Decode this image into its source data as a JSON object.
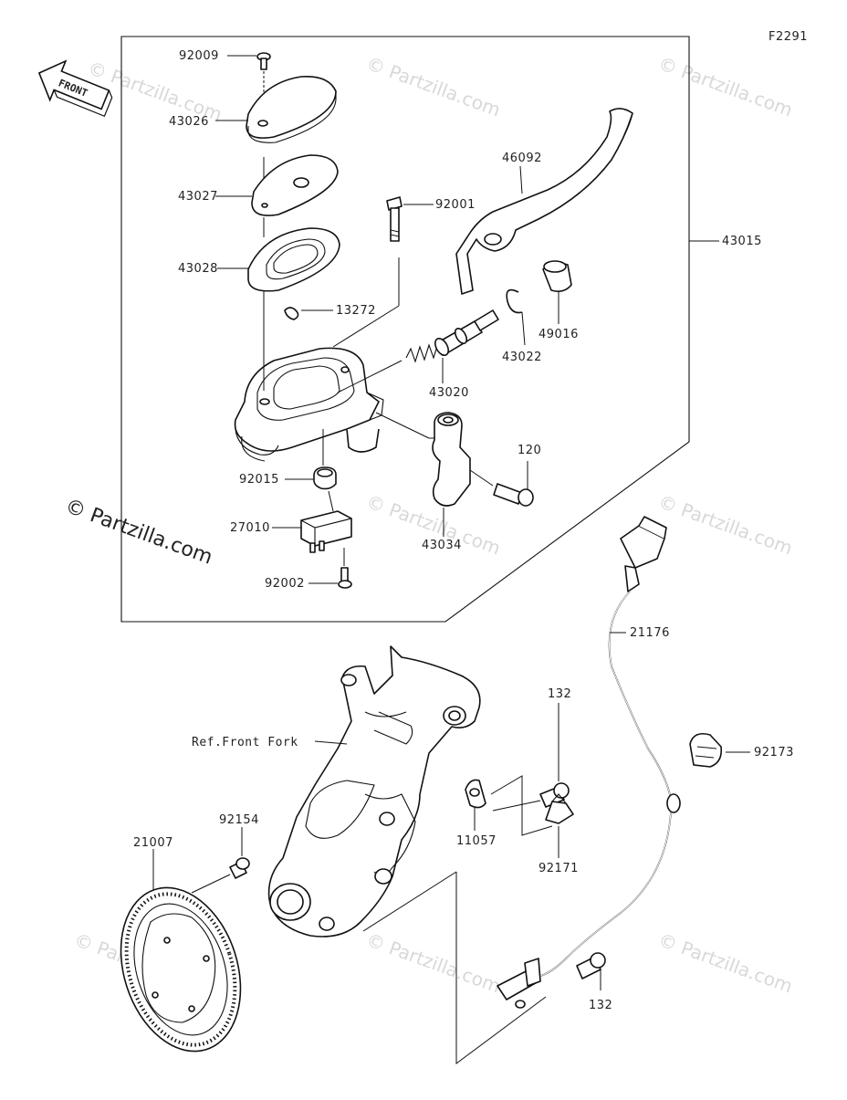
{
  "figure_code": "F2291",
  "copyright_main": "© Partzilla.com",
  "watermark_text": "© Partzilla.com",
  "front_arrow_text": "FRONT",
  "labels": {
    "p92009": "92009",
    "p43026": "43026",
    "p43027": "43027",
    "p43028": "43028",
    "p13272": "13272",
    "p92001": "92001",
    "p46092": "46092",
    "p43015": "43015",
    "p43022": "43022",
    "p49016": "49016",
    "p43020": "43020",
    "p120": "120",
    "p92015": "92015",
    "p27010": "27010",
    "p43034": "43034",
    "p92002": "92002",
    "p21176": "21176",
    "p132a": "132",
    "ref_front_fork": "Ref.Front Fork",
    "p92173": "92173",
    "p92154": "92154",
    "p21007": "21007",
    "p11057": "11057",
    "p92171": "92171",
    "p132b": "132"
  }
}
